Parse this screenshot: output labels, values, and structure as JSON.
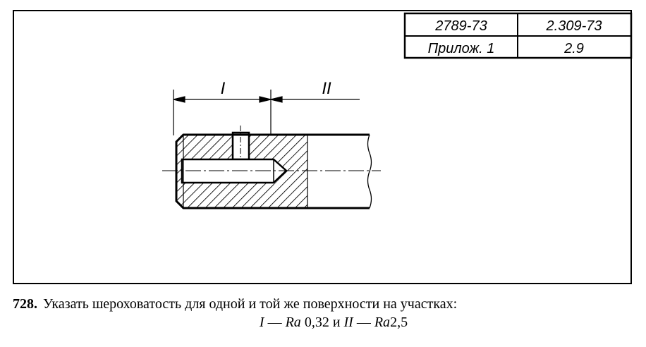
{
  "ref_table": {
    "row1": [
      "2789-73",
      "2.309-73"
    ],
    "row2": [
      "Прилож. 1",
      "2.9"
    ]
  },
  "dimensions": {
    "section_1": "I",
    "section_2": "II"
  },
  "caption": {
    "number": "728.",
    "text": "Указать шероховатость для одной и той же поверхности на участках:",
    "part1_label": "I",
    "part1_dash": "—",
    "part1_ra": "Ra",
    "part1_value": "0,32",
    "conj": "и",
    "part2_label": "II",
    "part2_dash": "—",
    "part2_ra": "Ra",
    "part2_value": "2,5"
  }
}
